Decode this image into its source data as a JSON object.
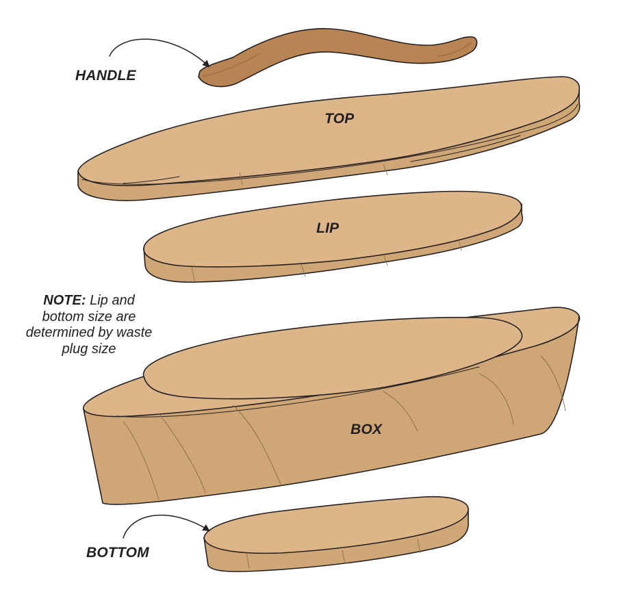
{
  "labels": {
    "handle": "HANDLE",
    "top": "TOP",
    "lip": "LIP",
    "box": "BOX",
    "bottom": "BOTTOM"
  },
  "note": {
    "prefix": "NOTE:",
    "text": "Lip and bottom size are determined by waste plug size"
  },
  "colors": {
    "wood": "#dcb689",
    "wood_edge": "#cfa675",
    "handle": "#b98453",
    "handle_edge": "#9c6a3e",
    "outline": "#231f20"
  }
}
